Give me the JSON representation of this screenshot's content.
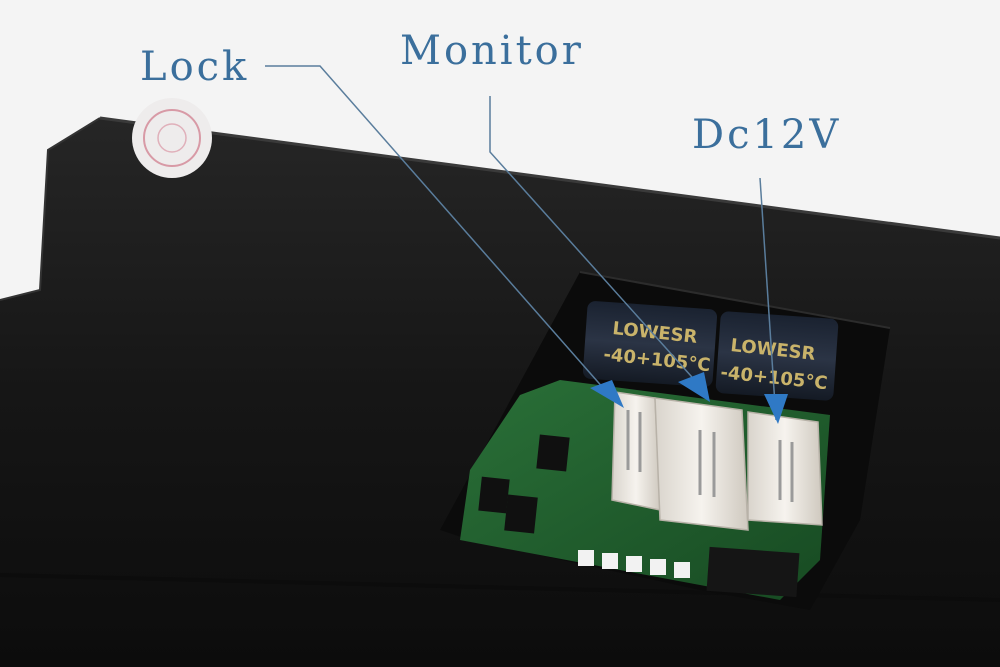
{
  "labels": {
    "lock": "Lock",
    "monitor": "Monitor",
    "dc12v": "Dc12V"
  },
  "capacitors": [
    {
      "brand": "LOWESR",
      "rating": "-40+105°C"
    },
    {
      "brand": "LOWESR",
      "rating": "-40+105°C"
    }
  ],
  "colors": {
    "background": "#f4f4f4",
    "case": "#141414",
    "pcb": "#1f5a2c",
    "connector": "#eeeae4",
    "callout": "#3b6f9c",
    "capacitor_text": "#c9b36a"
  }
}
